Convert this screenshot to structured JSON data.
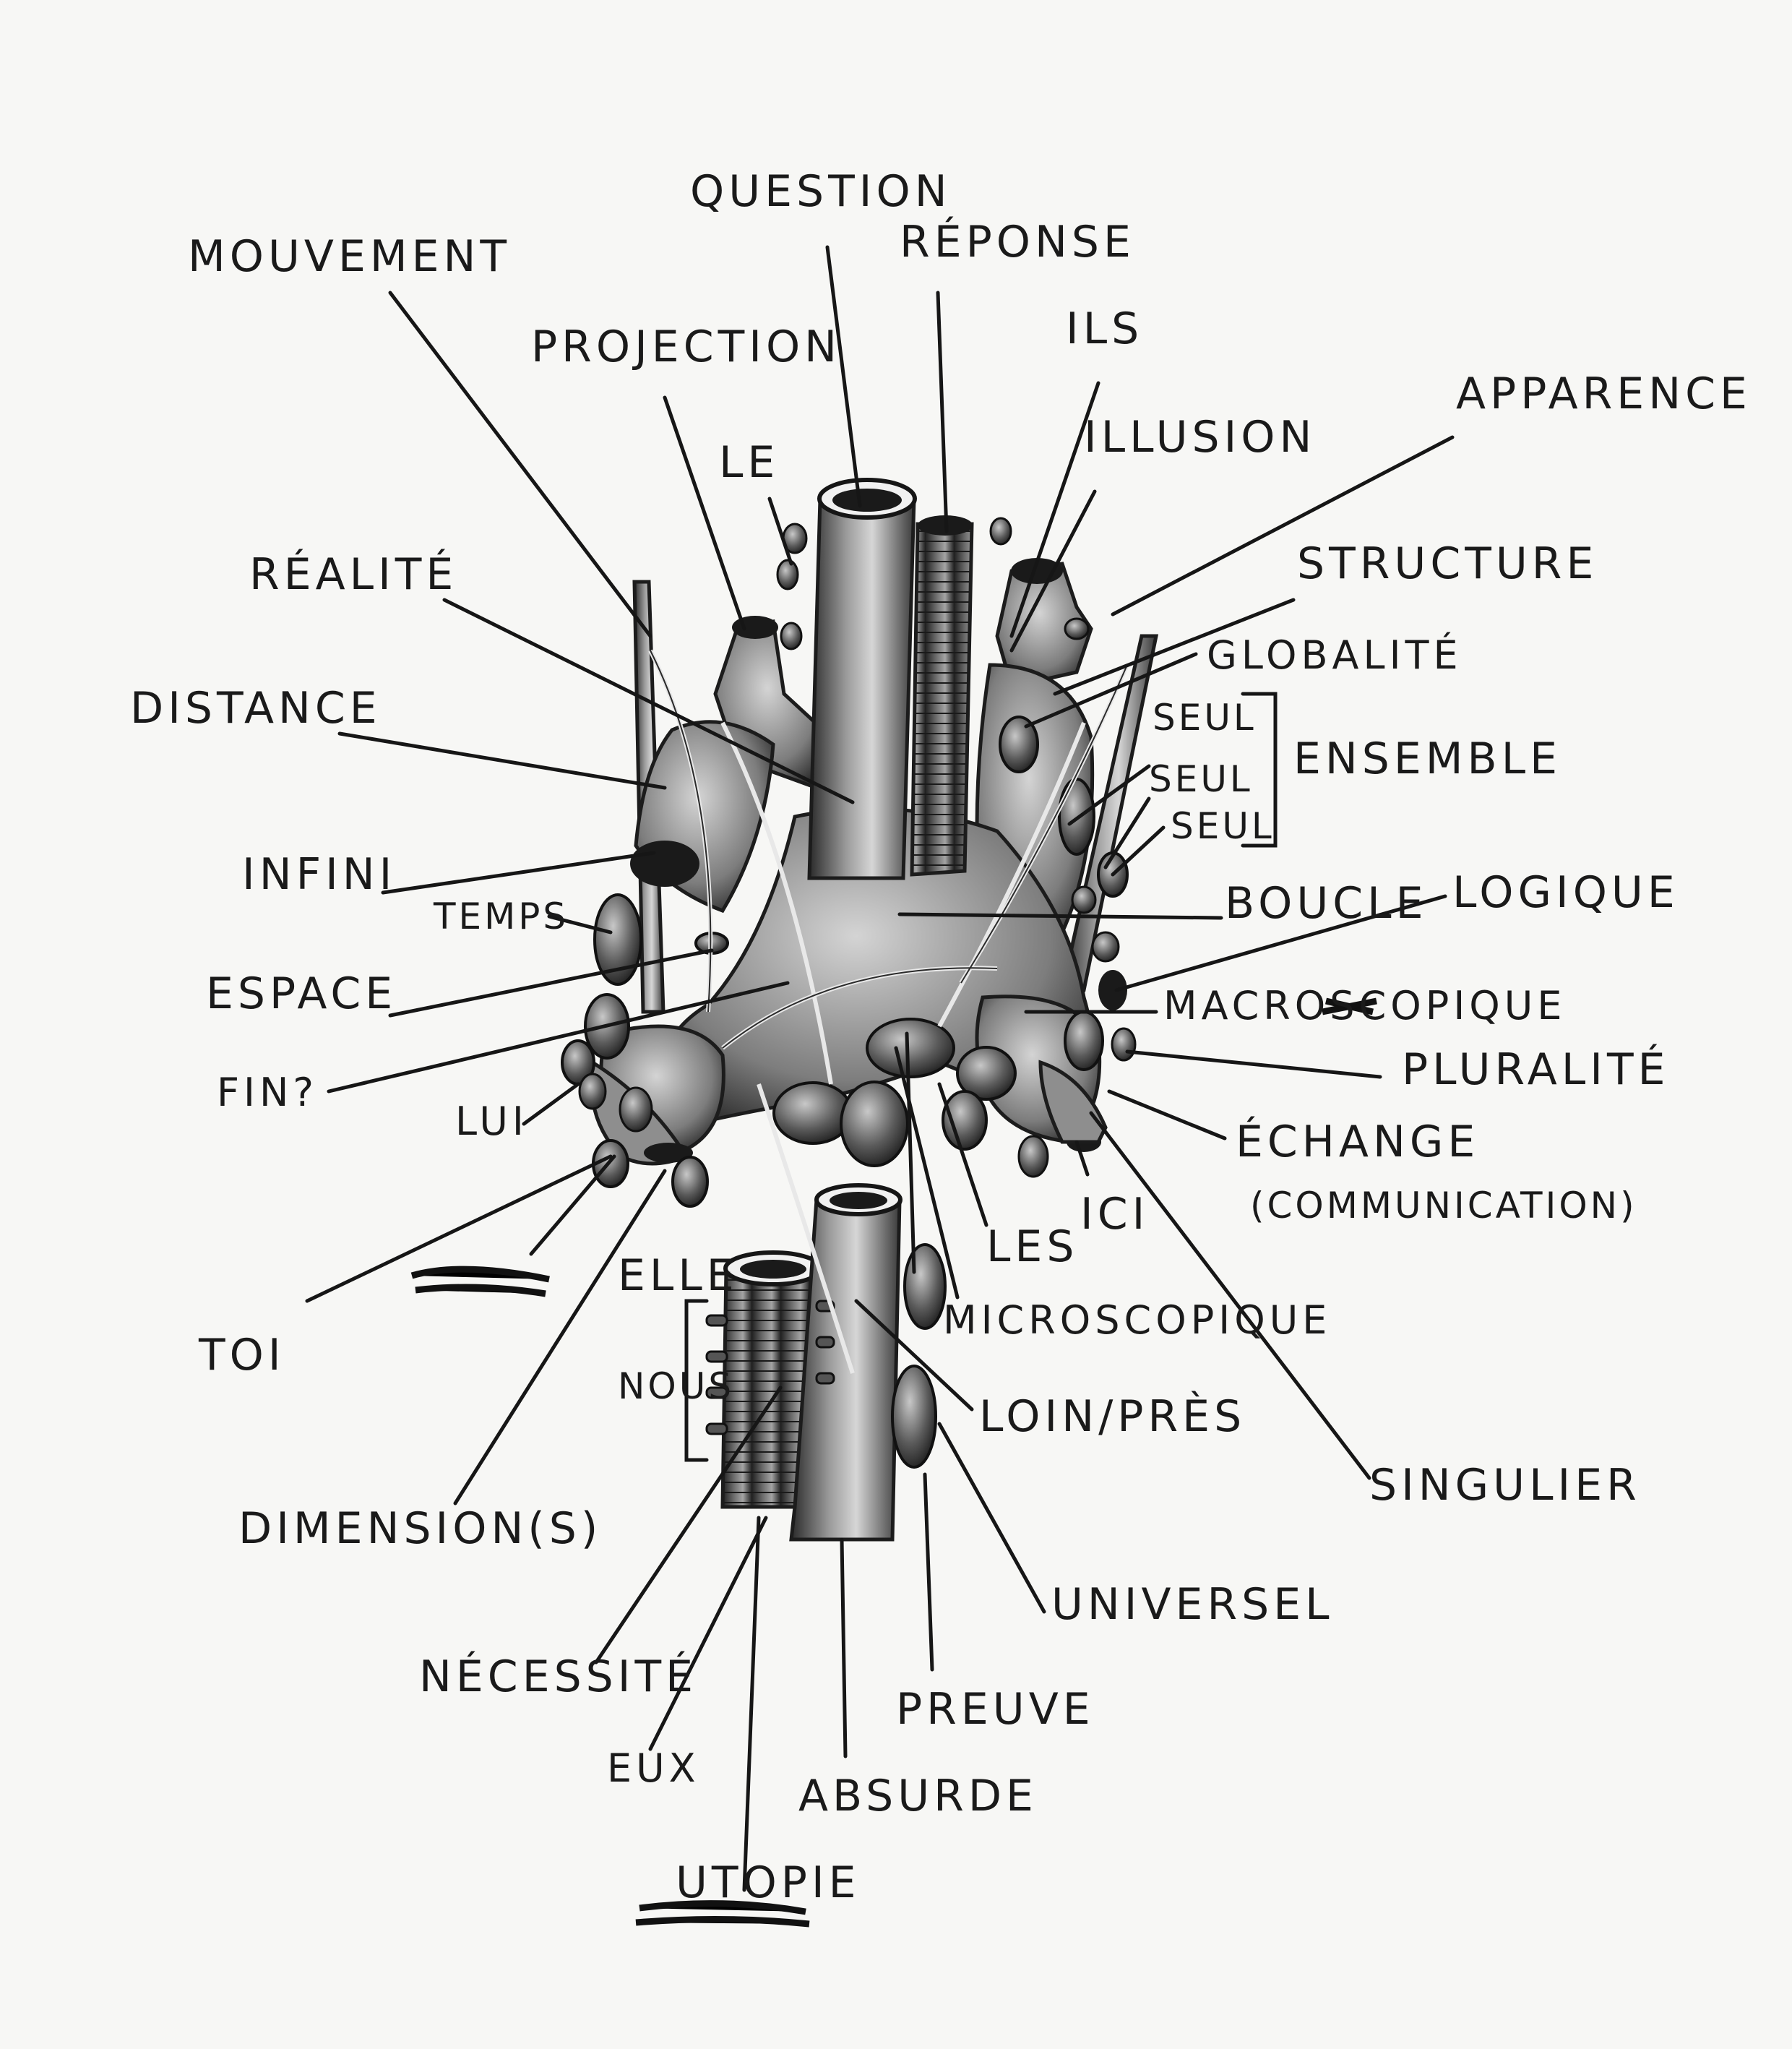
{
  "colors": {
    "paper": "#f7f7f5",
    "ink": "#161616",
    "graphite": "#8a8a8a",
    "graphite_dark": "#4a4a4a"
  },
  "labels": {
    "question": "QUESTION",
    "reponse": "RÉPONSE",
    "mouvement": "MOUVEMENT",
    "projection": "PROJECTION",
    "ils": "ILS",
    "apparence": "APPARENCE",
    "illusion": "ILLUSION",
    "le": "LE",
    "realite": "RÉALITÉ",
    "structure": "STRUCTURE",
    "globalite": "GLOBALITÉ",
    "distance": "DISTANCE",
    "seul_1": "SEUL",
    "seul_2": "SEUL",
    "seul_3": "SEUL",
    "ensemble": "ENSEMBLE",
    "infini": "INFINI",
    "temps": "TEMPS",
    "boucle": "BOUCLE",
    "logique": "LOGIQUE",
    "espace": "ESPACE",
    "macroscopique": "MACROSCOPIQUE",
    "pluralite": "PLURALITÉ",
    "fin": "FIN?",
    "lui": "LUI",
    "echange": "ÉCHANGE",
    "communication": "(COMMUNICATION)",
    "ici": "ICI",
    "les": "LES",
    "elle": "ELLE",
    "toi": "TOI",
    "microscopique": "MICROSCOPIQUE",
    "nous": "NOUS",
    "loin_pres": "LOIN/PRÈS",
    "singulier": "SINGULIER",
    "dimensions": "DIMENSION(S)",
    "universel": "UNIVERSEL",
    "necessite": "NÉCESSITÉ",
    "preuve": "PREUVE",
    "eux": "EUX",
    "absurde": "ABSURDE",
    "utopie": "UTOPIE"
  }
}
